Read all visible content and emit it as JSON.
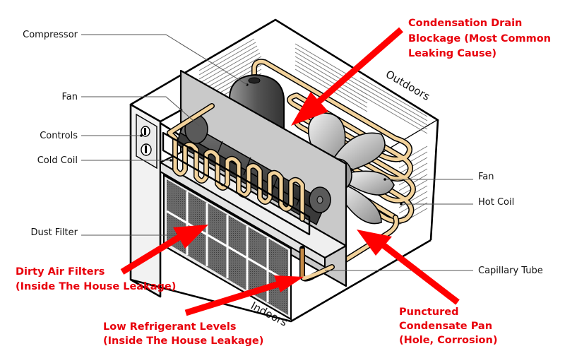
{
  "diagram": {
    "title": "Window air conditioner cutaway with leak causes",
    "colors": {
      "callout": "#e8000b",
      "arrow": "#ff0000",
      "copper": "#f2d29b",
      "metal_gray": "#c8c8c8",
      "filter_dark": "#555555"
    },
    "side_labels": {
      "outdoors": "Outdoors",
      "indoors": "Indoors"
    },
    "component_labels": [
      {
        "id": "compressor",
        "text": "Compressor"
      },
      {
        "id": "fan-left",
        "text": "Fan"
      },
      {
        "id": "controls",
        "text": "Controls"
      },
      {
        "id": "cold-coil",
        "text": "Cold Coil"
      },
      {
        "id": "dust-filter",
        "text": "Dust Filter"
      },
      {
        "id": "fan-right",
        "text": "Fan"
      },
      {
        "id": "hot-coil",
        "text": "Hot Coil"
      },
      {
        "id": "capillary-tube",
        "text": "Capillary Tube"
      }
    ],
    "callouts": [
      {
        "id": "condensation-drain",
        "lines": [
          "Condensation Drain",
          "Blockage (Most Common",
          "Leaking Cause)"
        ]
      },
      {
        "id": "dirty-air-filters",
        "lines": [
          "Dirty Air Filters",
          "(Inside The House Leakage)"
        ]
      },
      {
        "id": "low-refrigerant",
        "lines": [
          "Low Refrigerant Levels",
          "(Inside The House Leakage)"
        ]
      },
      {
        "id": "punctured-pan",
        "lines": [
          "Punctured",
          "Condensate Pan",
          "(Hole, Corrosion)"
        ]
      }
    ]
  }
}
